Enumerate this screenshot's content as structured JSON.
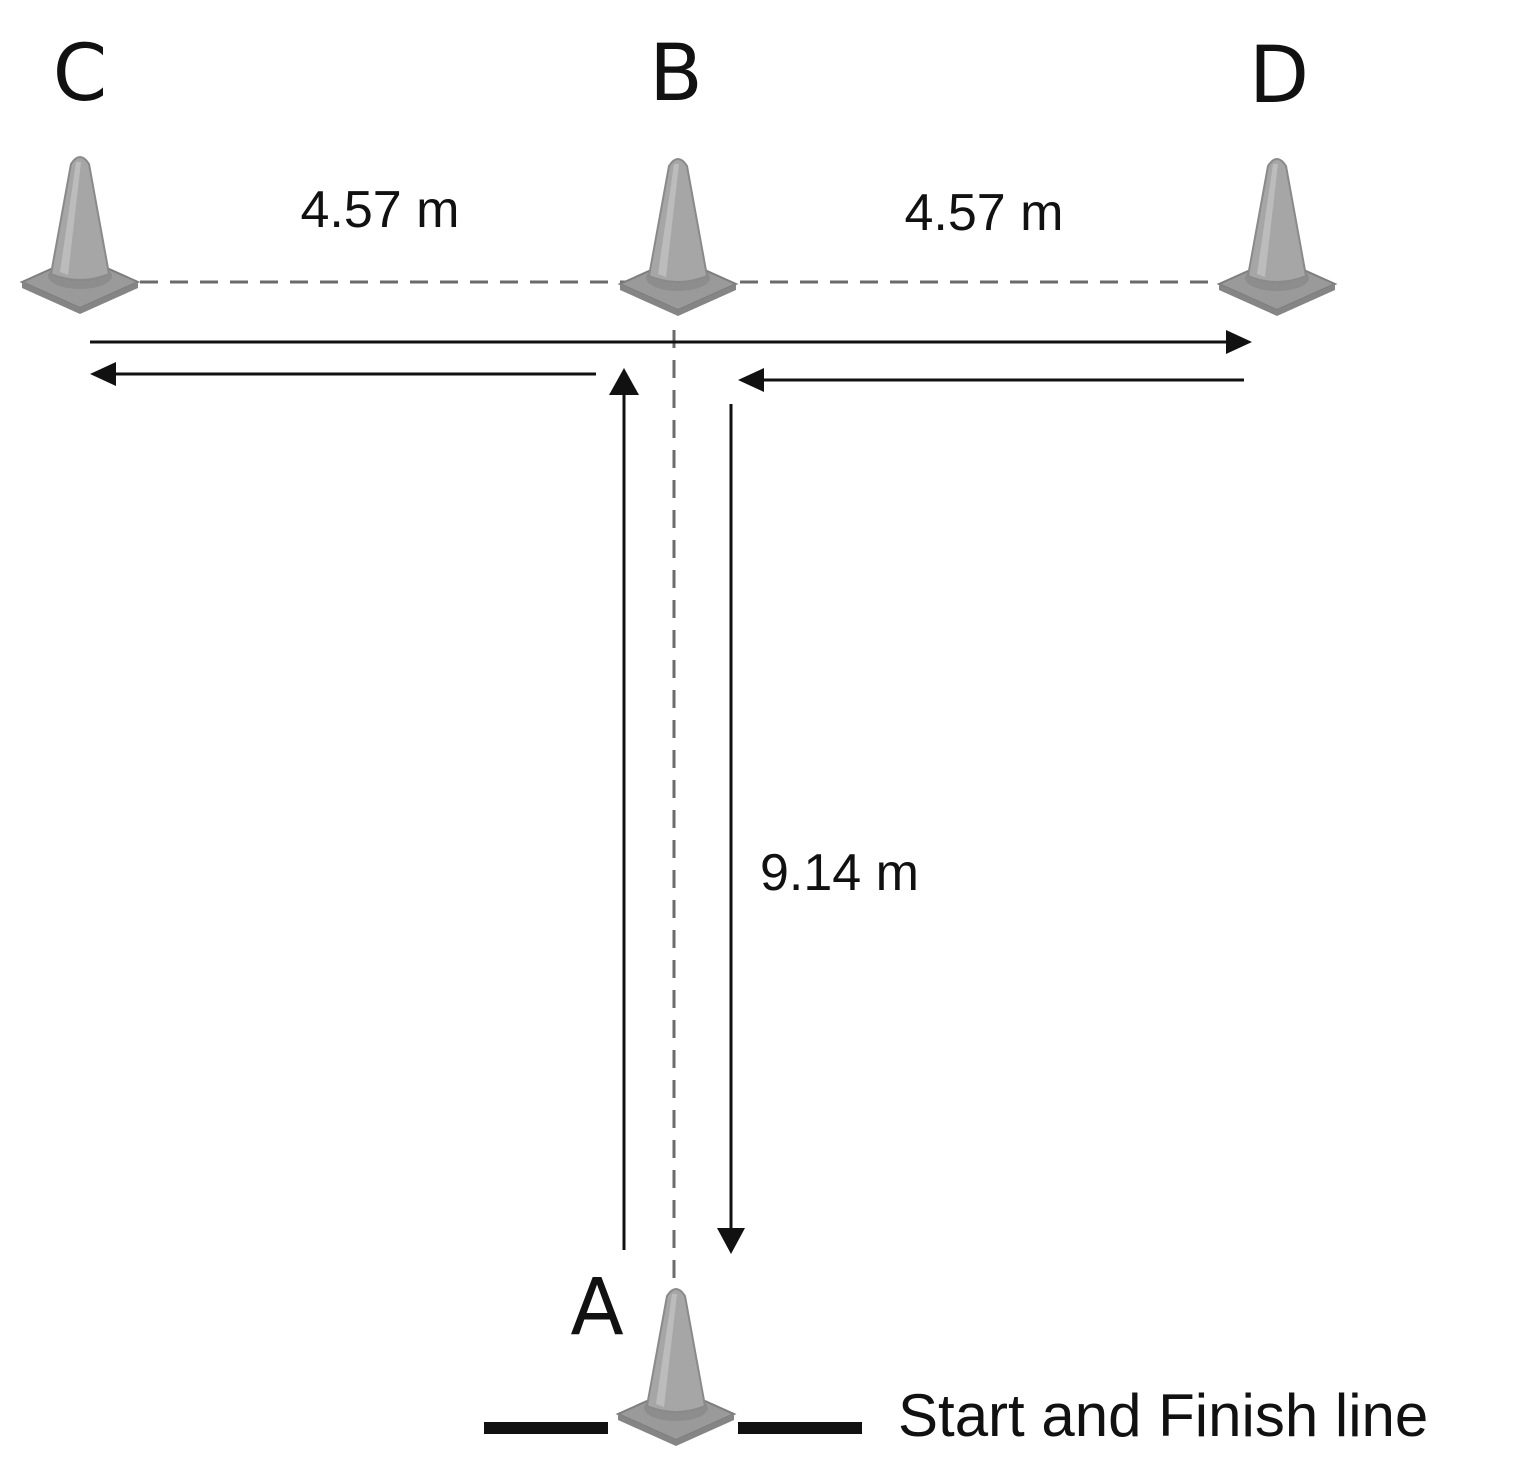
{
  "cones": {
    "a": {
      "label": "A"
    },
    "b": {
      "label": "B"
    },
    "c": {
      "label": "C"
    },
    "d": {
      "label": "D"
    }
  },
  "distances": {
    "b_to_c": "4.57 m",
    "b_to_d": "4.57 m",
    "a_to_b": "9.14 m"
  },
  "start_finish_label": "Start and Finish line",
  "colors": {
    "cone_fill": "#a3a3a3",
    "cone_shadow": "#8a8a8a",
    "cone_highlight": "#c4c4c4",
    "line": "#111111",
    "guide": "#6b6b6b"
  }
}
